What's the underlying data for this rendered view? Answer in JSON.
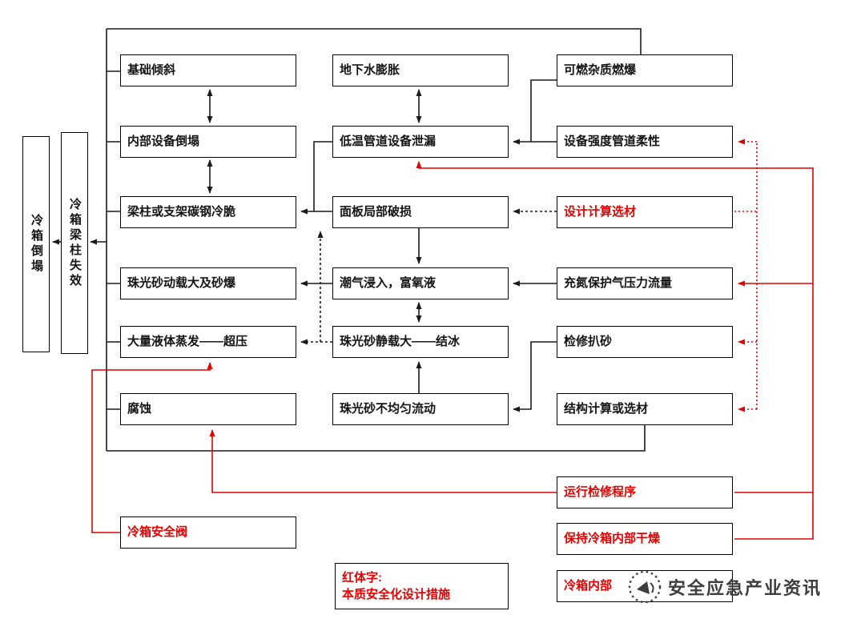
{
  "palette": {
    "line_black": "#1a1a1a",
    "accent_red": "#e60000",
    "watermark_gray": "#3d3d3d",
    "box_fill": "#ffffff"
  },
  "left_nodes": [
    {
      "label": "冷箱倒塌"
    },
    {
      "label": "冷箱梁柱失效"
    }
  ],
  "col1": [
    {
      "label": "基础倾斜"
    },
    {
      "label": "内部设备倒塌"
    },
    {
      "label": "梁柱或支架碳钢冷脆"
    },
    {
      "label": "珠光砂动载大及砂爆"
    },
    {
      "label": "大量液体蒸发——超压"
    },
    {
      "label": "腐蚀"
    },
    {
      "label": "冷箱安全阀",
      "red": true
    }
  ],
  "col2": [
    {
      "label": "地下水膨胀"
    },
    {
      "label": "低温管道设备泄漏"
    },
    {
      "label": "面板局部破损"
    },
    {
      "label": "潮气浸入，富氧液"
    },
    {
      "label": "珠光砂静载大——结冰"
    },
    {
      "label": "珠光砂不均匀流动"
    }
  ],
  "col3": [
    {
      "label": "可燃杂质燃爆"
    },
    {
      "label": "设备强度管道柔性"
    },
    {
      "label": "设计计算选材",
      "red": true
    },
    {
      "label": "充氮保护气压力流量"
    },
    {
      "label": "检修扒砂"
    },
    {
      "label": "结构计算或选材"
    },
    {
      "label": "运行检修程序",
      "red": true
    },
    {
      "label": "保持冷箱内部干燥",
      "red": true
    },
    {
      "label": "冷箱内部",
      "red": true
    }
  ],
  "legend": {
    "line1": "红体字:",
    "line2": "本质安全化设计措施"
  },
  "watermark": {
    "text": "安全应急产业资讯"
  }
}
